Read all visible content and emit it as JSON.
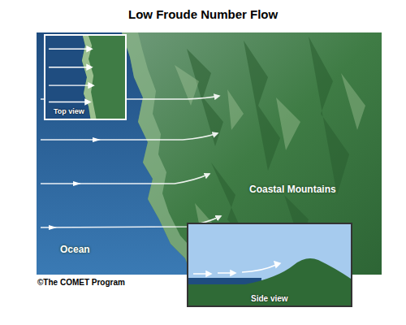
{
  "diagram": {
    "title": "Low Froude Number Flow",
    "nodes": [
      {
        "text": [
          "Top view"
        ]
      },
      {
        "text": [
          "Side view"
        ]
      }
    ],
    "labels": [
      "Coastal Mountains",
      "Ocean",
      "©The COMET Program"
    ]
  }
}
